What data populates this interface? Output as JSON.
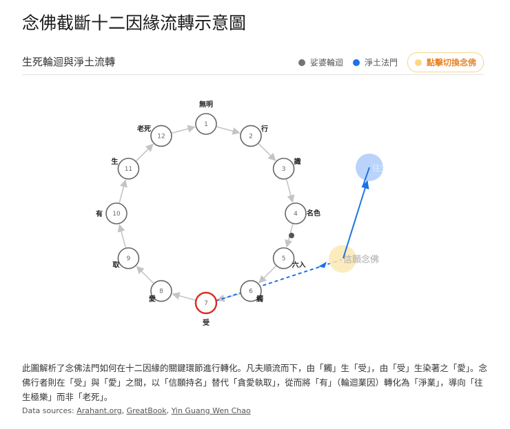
{
  "title": "念佛截斷十二因緣流轉示意圖",
  "subtitle": "生死輪迴與淨土流轉",
  "legend": [
    {
      "label": "娑婆輪迴",
      "color": "#757575"
    },
    {
      "label": "淨土法門",
      "color": "#1a73e8"
    }
  ],
  "toggle_button": {
    "label": "點擊切換念佛",
    "color": "#fcd883"
  },
  "nodes": [
    {
      "num": "1",
      "label": "無明"
    },
    {
      "num": "2",
      "label": "行"
    },
    {
      "num": "3",
      "label": "識"
    },
    {
      "num": "4",
      "label": "名色"
    },
    {
      "num": "5",
      "label": "六入"
    },
    {
      "num": "6",
      "label": "觸"
    },
    {
      "num": "7",
      "label": "受",
      "highlight": "#d93025"
    },
    {
      "num": "8",
      "label": "愛"
    },
    {
      "num": "9",
      "label": "取"
    },
    {
      "num": "10",
      "label": "有"
    },
    {
      "num": "11",
      "label": "生"
    },
    {
      "num": "12",
      "label": "老死"
    }
  ],
  "pure_land": {
    "nianfo_label": "信願念佛",
    "nianfo_color": "#fce8b2",
    "rebirth_label": "往生",
    "rebirth_color": "#aecbfa",
    "arrow_color": "#1a73e8"
  },
  "description": "此圖解析了念佛法門如何在十二因緣的關鍵環節進行轉化。凡夫順流而下，由「觸」生「受」，由「受」生染著之「愛」。念佛行者則在「受」與「愛」之間，以「信願持名」替代「貪愛執取」，從而將「有」（輪迴業因）轉化為「淨業」，導向「往生極樂」而非「老死」。",
  "sources": {
    "prefix": "Data sources: ",
    "links": [
      "Arahant.org",
      "GreatBook",
      "Yin Guang Wen Chao"
    ]
  }
}
